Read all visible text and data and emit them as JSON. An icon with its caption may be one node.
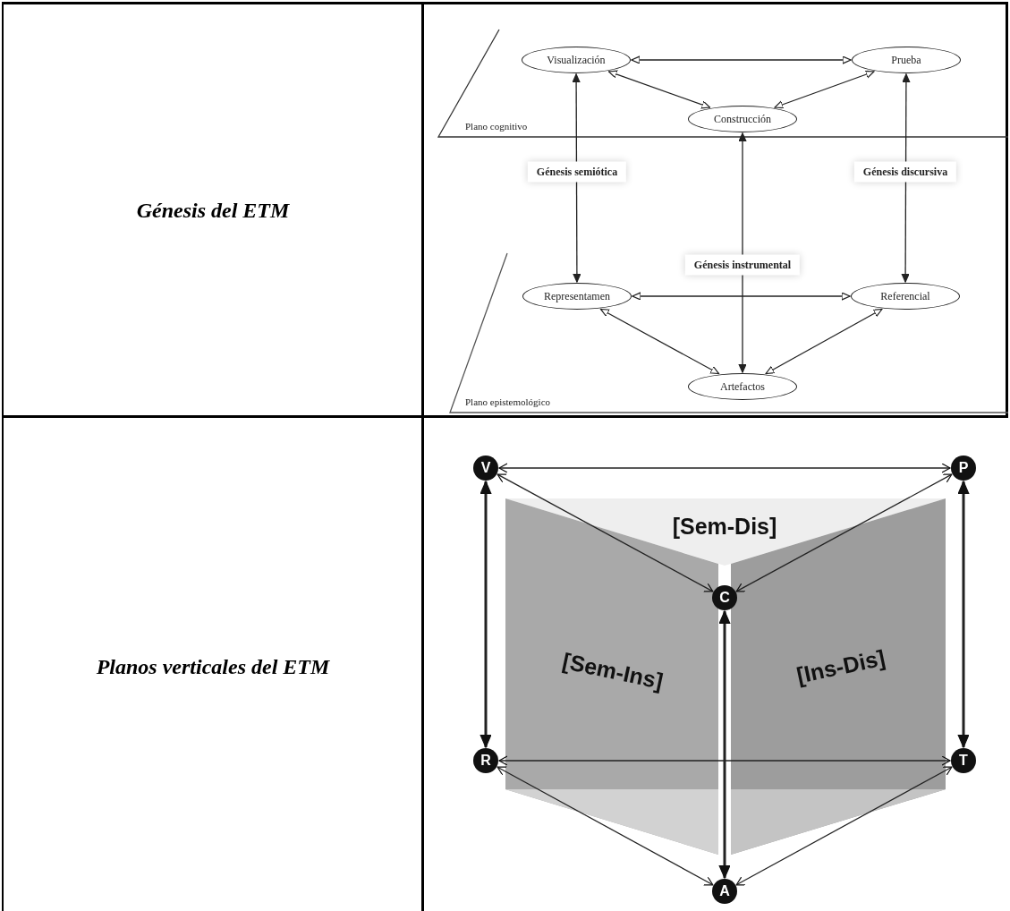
{
  "diagram": {
    "nodes": [
      {
        "text": [
          "Visualización"
        ]
      },
      {
        "text": [
          "Prueba"
        ]
      },
      {
        "text": [
          "Construcción"
        ]
      },
      {
        "text": [
          "Representamen"
        ]
      },
      {
        "text": [
          "Referencial"
        ]
      },
      {
        "text": [
          "Artefactos"
        ]
      },
      {
        "text": [
          "V"
        ]
      },
      {
        "text": [
          "P"
        ]
      },
      {
        "text": [
          "C"
        ]
      },
      {
        "text": [
          "R"
        ]
      },
      {
        "text": [
          "T"
        ]
      },
      {
        "text": [
          "A"
        ]
      }
    ],
    "edges": [
      {
        "from": 0,
        "to": 1,
        "arrow": "both"
      },
      {
        "from": 0,
        "to": 2,
        "arrow": "both"
      },
      {
        "from": 1,
        "to": 2,
        "arrow": "both"
      },
      {
        "from": 0,
        "to": 3,
        "arrow": "both",
        "label": "Génesis semiótica"
      },
      {
        "from": 1,
        "to": 4,
        "arrow": "both",
        "label": "Génesis discursiva"
      },
      {
        "from": 2,
        "to": 5,
        "arrow": "both",
        "label": "Génesis instrumental"
      },
      {
        "from": 3,
        "to": 4,
        "arrow": "both"
      },
      {
        "from": 3,
        "to": 5,
        "arrow": "both"
      },
      {
        "from": 4,
        "to": 5,
        "arrow": "both"
      },
      {
        "from": 6,
        "to": 7,
        "arrow": "both"
      },
      {
        "from": 6,
        "to": 8,
        "arrow": "both"
      },
      {
        "from": 7,
        "to": 8,
        "arrow": "both"
      },
      {
        "from": 6,
        "to": 9,
        "arrow": "both",
        "style": "thick"
      },
      {
        "from": 7,
        "to": 10,
        "arrow": "both",
        "style": "thick"
      },
      {
        "from": 9,
        "to": 10,
        "arrow": "both"
      },
      {
        "from": 8,
        "to": 11,
        "arrow": "both",
        "style": "thick"
      },
      {
        "from": 9,
        "to": 11,
        "arrow": "both"
      },
      {
        "from": 10,
        "to": 11,
        "arrow": "both"
      }
    ],
    "labels": [
      "Génesis del ETM",
      "Plano cognitivo",
      "Plano epistemológico",
      "Planos verticales del ETM",
      "[Sem-Dis]",
      "[Sem-Ins]",
      "[Ins-Dis]"
    ]
  }
}
